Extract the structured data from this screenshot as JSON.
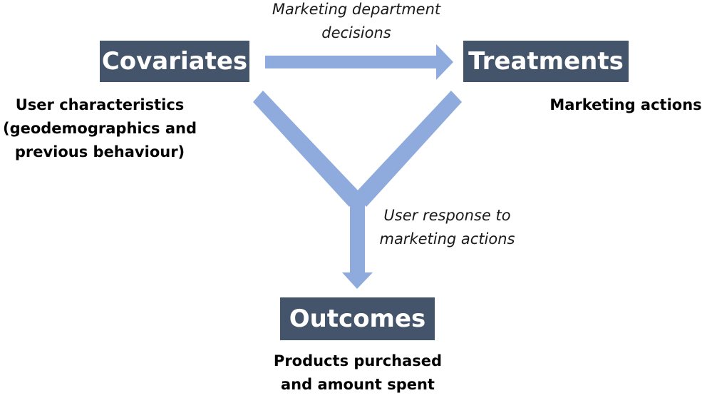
{
  "nodes": {
    "covariates": {
      "title": "Covariates",
      "description": [
        "User characteristics",
        "(geodemographics and",
        "previous behaviour)"
      ]
    },
    "treatments": {
      "title": "Treatments",
      "description": [
        "Marketing actions"
      ]
    },
    "outcomes": {
      "title": "Outcomes",
      "description": [
        "Products purchased",
        "and amount spent"
      ]
    }
  },
  "edges": {
    "decisions": [
      "Marketing department",
      "decisions"
    ],
    "response": [
      "User response to",
      "marketing actions"
    ]
  },
  "colors": {
    "node_fill": "#44546a",
    "node_text": "#ffffff",
    "arrow": "#8faadc"
  }
}
